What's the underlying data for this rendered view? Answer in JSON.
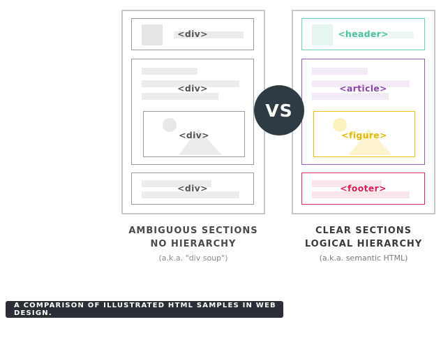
{
  "left": {
    "header_tag": "<div>",
    "article_tag": "<div>",
    "figure_tag": "<div>",
    "footer_tag": "<div>",
    "label_line1": "AMBIGUOUS SECTIONS",
    "label_line2": "NO HIERARCHY",
    "sublabel": "(a.k.a. \"div soup\")"
  },
  "right": {
    "header_tag": "<header>",
    "article_tag": "<article>",
    "figure_tag": "<figure>",
    "footer_tag": "<footer>",
    "label_line1": "CLEAR SECTIONS",
    "label_line2": "LOGICAL HIERARCHY",
    "sublabel": "(a.k.a. semantic HTML)"
  },
  "vs_text": "VS",
  "caption": "A COMPARISON OF ILLUSTRATED HTML SAMPLES IN WEB DESIGN.",
  "colors": {
    "neutral_border": "#9a9a9a",
    "header": "#6fd3b8",
    "article": "#9b59b6",
    "figure": "#f1c40f",
    "footer": "#e02b5c",
    "vs_circle": "#2f3b44",
    "caption_bg": "#2a2f36"
  }
}
